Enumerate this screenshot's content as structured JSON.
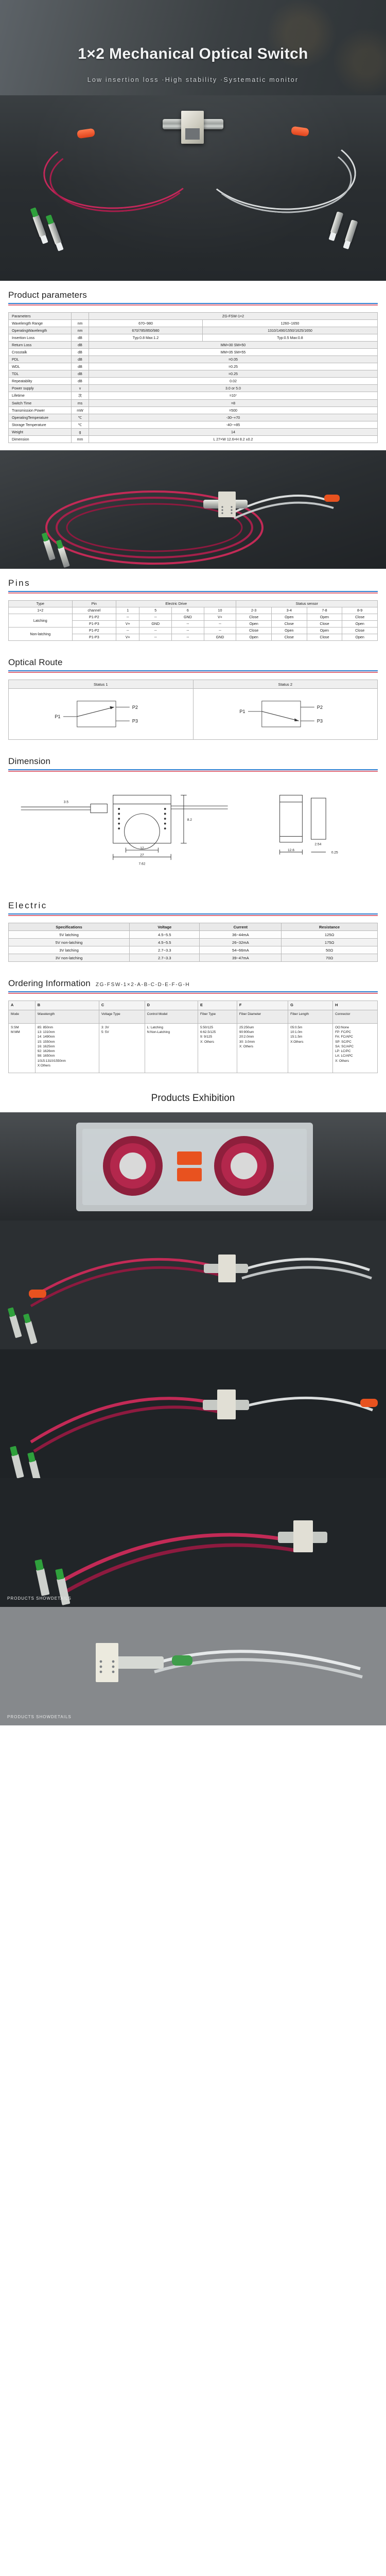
{
  "hero": {
    "title": "1×2 Mechanical Optical Switch",
    "subtitle": "Low insertion loss  ·High stability ·Systematic monitor"
  },
  "product_parameters": {
    "heading": "Product parameters",
    "model_a": "ZG-FSW-1×2",
    "rows": [
      {
        "name": "Parameters",
        "unit": "",
        "v1": "ZG-FSW-1×2",
        "v2": "",
        "span": true
      },
      {
        "name": "Wavelength Range",
        "unit": "nm",
        "v1": "670~980",
        "v2": "1260~1650"
      },
      {
        "name": "OperatingWavelength",
        "unit": "nm",
        "v1": "670/785/850/980",
        "v2": "1310/1490/1550/1625/1650"
      },
      {
        "name": "Insertion Loss",
        "unit": "dB",
        "v1": "Typ:0.8    Max:1.2",
        "v2": "Typ:0.5    Max:0.8"
      },
      {
        "name": "Return Loss",
        "unit": "dB",
        "v1": "MM=30      SM=50",
        "v2": "",
        "span": true
      },
      {
        "name": "Crosstalk",
        "unit": "dB",
        "v1": "MM=35      SM=55",
        "v2": "",
        "span": true
      },
      {
        "name": "PDL",
        "unit": "dB",
        "v1": "=0.05",
        "v2": "",
        "span": true
      },
      {
        "name": "WDL",
        "unit": "dB",
        "v1": "=0.25",
        "v2": "",
        "span": true
      },
      {
        "name": "TDL",
        "unit": "dB",
        "v1": "=0.25",
        "v2": "",
        "span": true
      },
      {
        "name": "Repeatablity",
        "unit": "dB",
        "v1": "0.02",
        "v2": "",
        "span": true
      },
      {
        "name": "Power supply",
        "unit": "v",
        "v1": "3.0 or 5.0",
        "v2": "",
        "span": true
      },
      {
        "name": "Lifetime",
        "unit": "次",
        "v1": "=10⁷",
        "v2": "",
        "span": true
      },
      {
        "name": "Switch Time",
        "unit": "ms",
        "v1": "=8",
        "v2": "",
        "span": true
      },
      {
        "name": "Transmission Power",
        "unit": "mW",
        "v1": "=500",
        "v2": "",
        "span": true
      },
      {
        "name": "OperatingTemperature",
        "unit": "℃",
        "v1": "-30~+70",
        "v2": "",
        "span": true
      },
      {
        "name": "Storage Temperature",
        "unit": "℃",
        "v1": "-40~+85",
        "v2": "",
        "span": true
      },
      {
        "name": "Weight",
        "unit": "g",
        "v1": "14",
        "v2": "",
        "span": true
      },
      {
        "name": "Dimension",
        "unit": "mm",
        "v1": "L 27×W 12.6×H 8.2 ±0.2",
        "v2": "",
        "span": true
      }
    ]
  },
  "pins": {
    "heading": "Pins",
    "header": {
      "type": "Type",
      "pin": "Pin",
      "electric_drive": "Electric Drive",
      "status_sensor": "Status sensor"
    },
    "channel_row": {
      "type": "1×2",
      "pin": "channel",
      "drive": [
        "1",
        "5",
        "6",
        "10"
      ],
      "sensor": [
        "2-3",
        "3-4",
        "7-8",
        "8-9"
      ]
    },
    "groups": [
      {
        "type": "Latching",
        "rows": [
          {
            "pin": "P1-P2",
            "drive": [
              "--",
              "--",
              "GND",
              "V+"
            ],
            "sensor": [
              "Close",
              "Open",
              "Open",
              "Close"
            ]
          },
          {
            "pin": "P1-P3",
            "drive": [
              "V+",
              "GND",
              "--",
              "--"
            ],
            "sensor": [
              "Open",
              "Close",
              "Close",
              "Open"
            ]
          }
        ]
      },
      {
        "type": "Non-latching",
        "rows": [
          {
            "pin": "P1-P2",
            "drive": [
              "--",
              "--",
              "--",
              "--"
            ],
            "sensor": [
              "Close",
              "Open",
              "Open",
              "Close"
            ]
          },
          {
            "pin": "P1-P3",
            "drive": [
              "V+",
              "--",
              "--",
              "GND"
            ],
            "sensor": [
              "Open",
              "Close",
              "Close",
              "Open"
            ]
          }
        ]
      }
    ]
  },
  "optical_route": {
    "heading": "Optical Route",
    "columns": [
      "Status 1",
      "Status 2"
    ],
    "status1": {
      "in": "P1",
      "out_top": "P2",
      "out_bottom": "P3",
      "connected": "P2"
    },
    "status2": {
      "in": "P1",
      "out_top": "P2",
      "out_bottom": "P3",
      "connected": "P3"
    }
  },
  "dimension": {
    "heading": "Dimension",
    "labels": [
      "27",
      "12",
      "7.62",
      "0.25",
      "8.2",
      "12.6",
      "2.54",
      "3.5"
    ]
  },
  "electric": {
    "heading": "Electric",
    "headers": [
      "Specifications",
      "Voltage",
      "Current",
      "Resistance"
    ],
    "rows": [
      {
        "spec": "5V    latching",
        "voltage": "4.5~5.5",
        "current": "36~44mA",
        "resistance": "125Ω"
      },
      {
        "spec": "5V    non-latching",
        "voltage": "4.5~5.5",
        "current": "26~32mA",
        "resistance": "175Ω"
      },
      {
        "spec": "3V    latching",
        "voltage": "2.7~3.3",
        "current": "54~66mA",
        "resistance": "50Ω"
      },
      {
        "spec": "3V    non-latching",
        "voltage": "2.7~3.3",
        "current": "39~47mA",
        "resistance": "70Ω"
      }
    ]
  },
  "ordering": {
    "heading": "Ordering Information",
    "code": "ZG-FSW-1×2-A-B-C-D-E-F-G-H",
    "letters": [
      "A",
      "B",
      "C",
      "D",
      "E",
      "F",
      "G",
      "H"
    ],
    "titles": [
      "Mode",
      "Wavelength",
      "Voltage Type",
      "Control Model",
      "Fiber Type",
      "Fiber Diameter",
      "Fiber Length",
      "Connector"
    ],
    "options": [
      [
        "S:SM",
        "M:MM"
      ],
      [
        "85: 850nm",
        "13: 1310nm",
        "14: 1490nm",
        "15: 1550nm",
        "16: 1625nm",
        "92: 1626nm",
        "98: 1650nm",
        "1015:1310/1550nm",
        "X:Others"
      ],
      [
        "3: 3V",
        "5: 5V"
      ],
      [
        "L: Latching",
        "N:Non-Latching"
      ],
      [
        "5:50/125",
        "6:62.5/125",
        "9: 9/125",
        "X: Others"
      ],
      [
        "25:250um",
        "90:900um",
        "20:2.0mm",
        "30: 3.0mm",
        "X: Others"
      ],
      [
        "05:0.5m",
        "10:1.0m",
        "15:1.5m",
        "X:Others"
      ],
      [
        "OO:None",
        "FP: FC/PC",
        "FA: FC/APC",
        "SP: SC/PC",
        "SA: SC/APC",
        "LP: LC/PC",
        "LA: LC/APC",
        "X: Others"
      ]
    ]
  },
  "exhibition": {
    "heading": "Products Exhibition",
    "captions": [
      "PRODUCTS SHOWDETAILS",
      "PRODUCTS SHOWDETAILS"
    ]
  },
  "colors": {
    "rule_blue": "#2f7fd0",
    "rule_red": "#e06b7a",
    "table_border": "#b9b9b9",
    "header_bg": "#eeeeee"
  }
}
